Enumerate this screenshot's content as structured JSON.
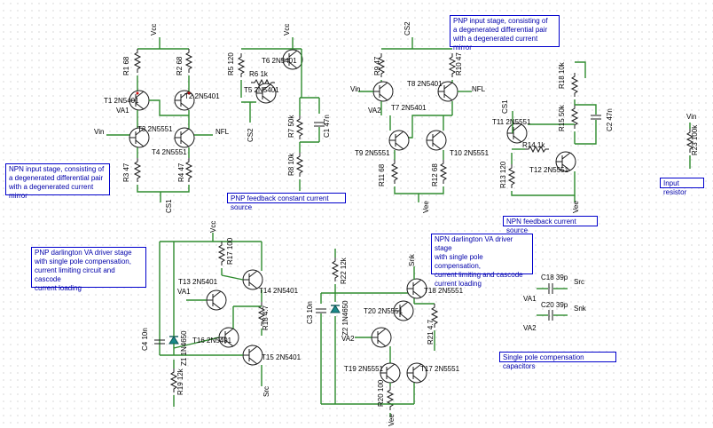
{
  "notes": [
    "NPN input stage, consisting of\na degenerated differential pair\nwith a degenerated current mirror",
    "PNP feedback constant current source",
    "PNP input stage, consisting of\na degenerated differential pair\nwith a degenerated current mirror",
    "NPN feedback current source",
    "Input resistor",
    "PNP darlington VA driver stage\nwith single pole compensation,\ncurrent limiting circuit and cascode\ncurrent loading",
    "NPN darlington VA driver stage\nwith single pole compensation,\ncurrent limiting and cascode\ncurrent loading",
    "Single pole compensation capacitors"
  ],
  "labels": {
    "b1": [
      "Vcc",
      "R1 68",
      "R2 68",
      "T1 2N5401",
      "T2 2N5401",
      "VA1",
      "Vin",
      "T3 2N5551",
      "NFL",
      "T4 2N5551",
      "R3 47",
      "R4 47",
      "CS1"
    ],
    "b2": [
      "Vcc",
      "R5 120",
      "T6 2N5401",
      "R6 1k",
      "T5 2N5401",
      "CS2",
      "R7 50k",
      "C1 47n",
      "R8 10k"
    ],
    "b3": [
      "CS2",
      "R9 47",
      "R10 47",
      "T8 2N5401",
      "Vin",
      "VA2",
      "T7 2N5401",
      "NFL",
      "T9 2N5551",
      "T10 2N5551",
      "R11 68",
      "R12 68",
      "Vee"
    ],
    "b4": [
      "R18 10k",
      "R15 50k",
      "C2 47n",
      "T11 2N5551",
      "CS1",
      "R14 1k",
      "T12 2N5551",
      "R13 120",
      "Vee"
    ],
    "b5": [
      "Vin",
      "R23 100k"
    ],
    "b6": [
      "Vcc",
      "R17 100",
      "T13 2N5401",
      "T14 2N5401",
      "VA1",
      "R18 4.7",
      "C4 10n",
      "Z1 1N4650",
      "T16 2N5401",
      "T15 2N5401",
      "R19 12k",
      "Src"
    ],
    "b7": [
      "Snk",
      "T18 2N5551",
      "R22 12k",
      "C3 10n",
      "Z2 1N4650",
      "T20 2N5551",
      "R21 4.7",
      "VA2",
      "T19 2N5551",
      "T17 2N5551",
      "R20 100",
      "Vee"
    ],
    "b8": [
      "C18 39p",
      "VA1",
      "Src",
      "C20 39p",
      "Snk",
      "VA2"
    ]
  }
}
